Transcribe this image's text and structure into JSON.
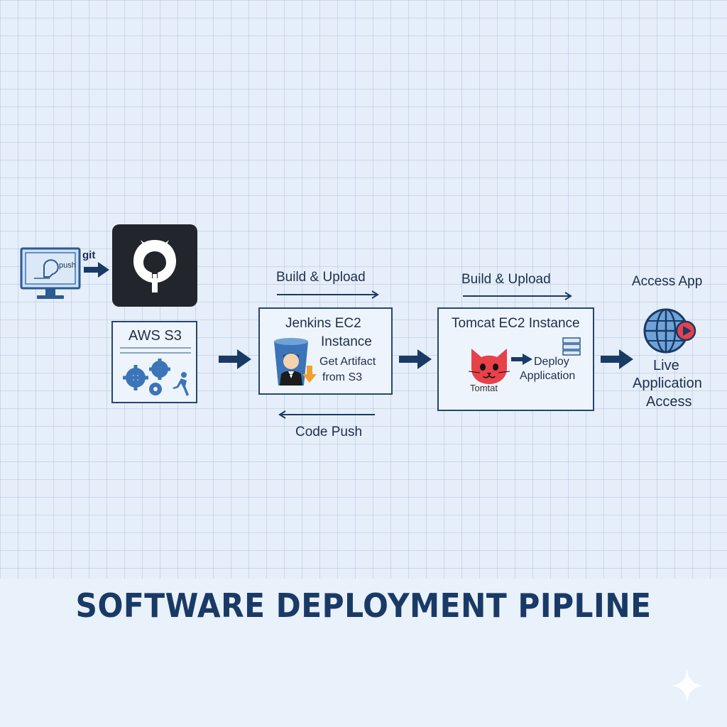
{
  "title": "SOFTWARE DEPLOYMENT PIPLINE",
  "developer": {
    "git_label": "git",
    "push_label": "push"
  },
  "s3": {
    "label": "AWS S3"
  },
  "top_arrow_1": {
    "label": "Build & Upload"
  },
  "top_arrow_2": {
    "label": "Build & Upload"
  },
  "bottom_arrow": {
    "label": "Code Push"
  },
  "jenkins": {
    "title_line1": "Jenkins EC2",
    "title_line2": "Instance",
    "text_line1": "Get Artifact",
    "text_line2": "from S3"
  },
  "tomcat": {
    "title": "Tomcat EC2 Instance",
    "logo_text": "Tomtat",
    "text_line1": "Deploy",
    "text_line2": "Application"
  },
  "access": {
    "header": "Access App",
    "line1": "Live",
    "line2": "Application",
    "line3": "Access"
  },
  "colors": {
    "navy": "#1a3a66",
    "blue": "#3b74b8",
    "light_blue": "#6fa3d8",
    "red": "#e8414a",
    "orange": "#f0a030",
    "dark_tile": "#22262c"
  }
}
